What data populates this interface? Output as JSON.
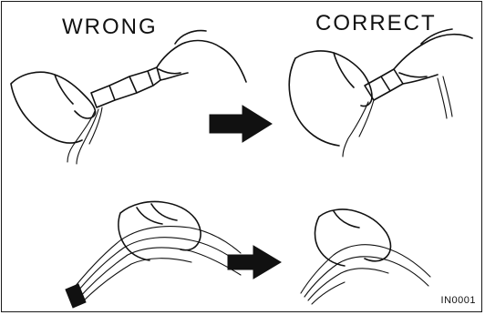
{
  "labels": {
    "wrong": "WRONG",
    "correct": "CORRECT"
  },
  "figure_id": "IN0001",
  "colors": {
    "ink": "#111111",
    "background": "#ffffff"
  }
}
